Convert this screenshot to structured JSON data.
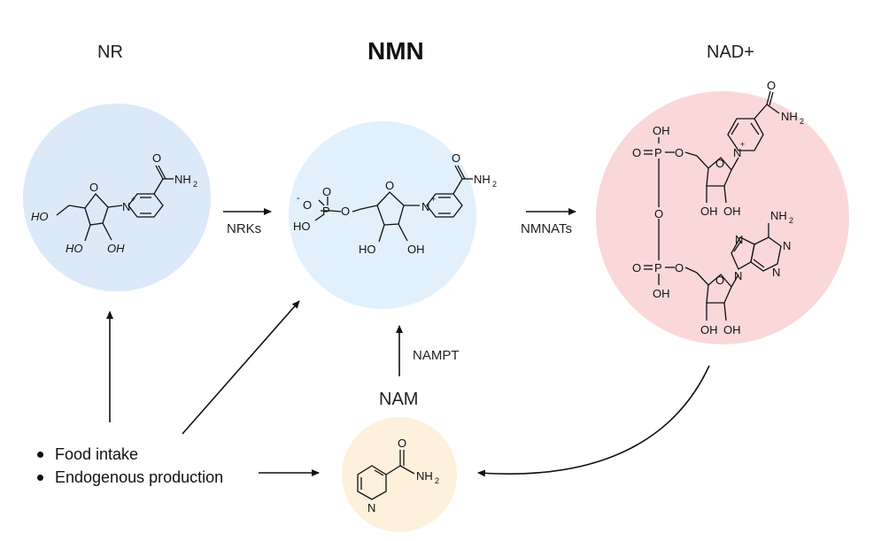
{
  "titles": {
    "nr": "NR",
    "nmn": "NMN",
    "nad": "NAD+",
    "nam": "NAM"
  },
  "enzymes": {
    "nrks": "NRKs",
    "nmnats": "NMNATs",
    "nampt": "NAMPT"
  },
  "sources": [
    "Food intake",
    "Endogenous production"
  ],
  "atoms": {
    "o": "O",
    "oh": "OH",
    "nh2": "NH",
    "n": "N",
    "p": "P",
    "ho": "HO",
    "minus_o": "O",
    "sub2": "2",
    "plus": "+"
  },
  "colors": {
    "nr_circle": "#dce9f8",
    "nmn_circle": "#e2f0fb",
    "nad_circle": "#fad8da",
    "nam_circle": "#fdf1dc",
    "arrow": "#111111"
  }
}
